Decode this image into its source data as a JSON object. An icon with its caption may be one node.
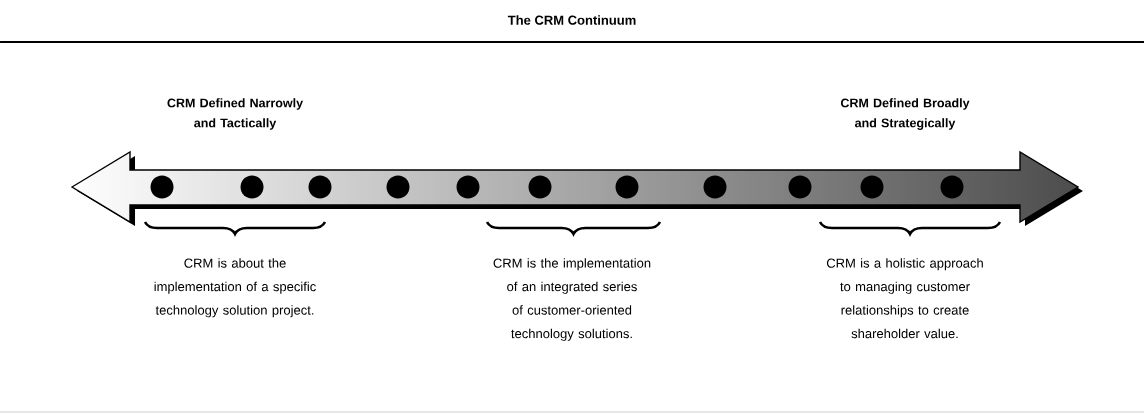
{
  "diagram": {
    "title": "The CRM Continuum",
    "labels": [
      "CRM Defined Narrowly and Tactically",
      "CRM Defined Broadly and Strategically",
      "CRM is about the implementation of a specific technology solution project.",
      "CRM is the implementation of an integrated series of customer-oriented technology solutions.",
      "CRM is a holistic approach to managing customer relationships to create shareholder value."
    ]
  }
}
